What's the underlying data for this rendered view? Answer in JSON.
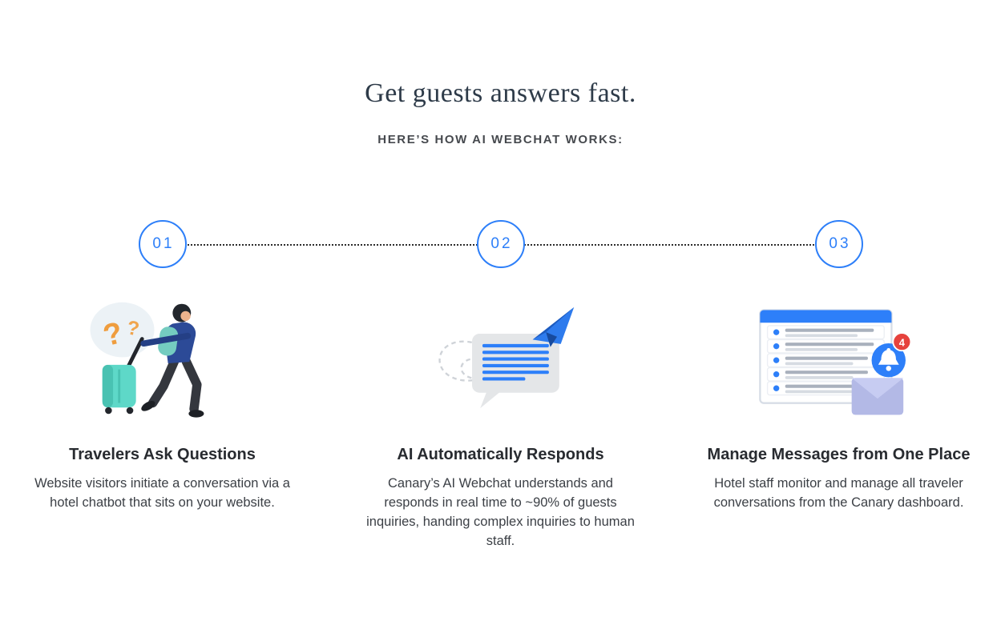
{
  "header": {
    "title": "Get guests answers fast.",
    "subtitle": "HERE’S HOW AI WEBCHAT WORKS:"
  },
  "colors": {
    "accent_blue": "#2d7ff9",
    "dark_blue": "#1d5bbf",
    "teal": "#5ed8c8",
    "orange": "#ef9d3e",
    "badge_red": "#e6423d",
    "lavender": "#b3b9e6",
    "heading_text": "#282b30",
    "body_text": "#3c4046"
  },
  "steps": [
    {
      "number": "01",
      "icon": "traveler-with-luggage",
      "title": "Travelers Ask Questions",
      "description": "Website visitors initiate a conversation via  a hotel chatbot that sits on your website."
    },
    {
      "number": "02",
      "icon": "chat-bubble-with-paper-plane",
      "title": "AI Automatically Responds",
      "description": "Canary’s AI Webchat understands and responds in real time to ~90% of guests inquiries, handing complex inquiries to human staff."
    },
    {
      "number": "03",
      "icon": "dashboard-with-notifications",
      "title": "Manage Messages from One Place",
      "description": "Hotel staff monitor and manage all traveler conversations from the Canary dashboard.",
      "notification_count": "4"
    }
  ]
}
